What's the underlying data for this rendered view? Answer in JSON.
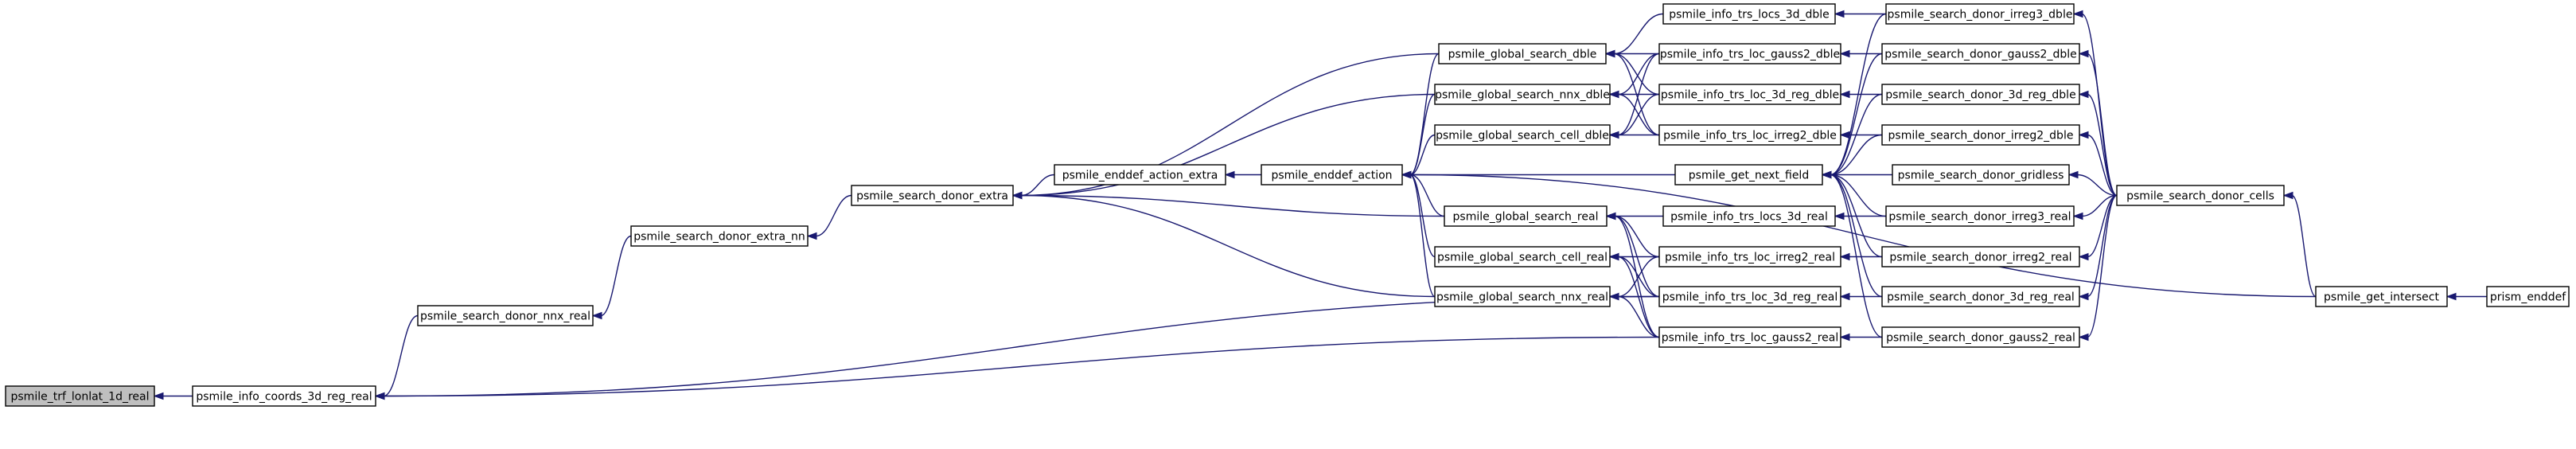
{
  "graph": {
    "edge_color": "#191970",
    "highlight_fill": "#bfbfbf",
    "nodes": [
      {
        "id": "n0",
        "label": "psmile_trf_lonlat_1d_real"
      },
      {
        "id": "n1",
        "label": "psmile_info_coords_3d_reg_real"
      },
      {
        "id": "n2",
        "label": "psmile_search_donor_nnx_real"
      },
      {
        "id": "n3",
        "label": "psmile_search_donor_extra_nn"
      },
      {
        "id": "n4",
        "label": "psmile_search_donor_extra"
      },
      {
        "id": "n5",
        "label": "psmile_enddef_action_extra"
      },
      {
        "id": "n6",
        "label": "psmile_enddef_action"
      },
      {
        "id": "n7",
        "label": "psmile_global_search_dble"
      },
      {
        "id": "n8",
        "label": "psmile_global_search_nnx_dble"
      },
      {
        "id": "n9",
        "label": "psmile_global_search_cell_dble"
      },
      {
        "id": "n10",
        "label": "psmile_global_search_real"
      },
      {
        "id": "n11",
        "label": "psmile_global_search_cell_real"
      },
      {
        "id": "n12",
        "label": "psmile_global_search_nnx_real"
      },
      {
        "id": "n13",
        "label": "psmile_info_trs_locs_3d_dble"
      },
      {
        "id": "n14",
        "label": "psmile_info_trs_loc_gauss2_dble"
      },
      {
        "id": "n15",
        "label": "psmile_info_trs_loc_3d_reg_dble"
      },
      {
        "id": "n16",
        "label": "psmile_info_trs_loc_irreg2_dble"
      },
      {
        "id": "n17",
        "label": "psmile_get_next_field"
      },
      {
        "id": "n18",
        "label": "psmile_info_trs_locs_3d_real"
      },
      {
        "id": "n19",
        "label": "psmile_info_trs_loc_irreg2_real"
      },
      {
        "id": "n20",
        "label": "psmile_info_trs_loc_3d_reg_real"
      },
      {
        "id": "n21",
        "label": "psmile_info_trs_loc_gauss2_real"
      },
      {
        "id": "n22",
        "label": "psmile_search_donor_irreg3_dble"
      },
      {
        "id": "n23",
        "label": "psmile_search_donor_gauss2_dble"
      },
      {
        "id": "n24",
        "label": "psmile_search_donor_3d_reg_dble"
      },
      {
        "id": "n25",
        "label": "psmile_search_donor_irreg2_dble"
      },
      {
        "id": "n26",
        "label": "psmile_search_donor_gridless"
      },
      {
        "id": "n27",
        "label": "psmile_search_donor_irreg3_real"
      },
      {
        "id": "n28",
        "label": "psmile_search_donor_irreg2_real"
      },
      {
        "id": "n29",
        "label": "psmile_search_donor_3d_reg_real"
      },
      {
        "id": "n30",
        "label": "psmile_search_donor_gauss2_real"
      },
      {
        "id": "n31",
        "label": "psmile_search_donor_cells"
      },
      {
        "id": "n32",
        "label": "psmile_get_intersect"
      },
      {
        "id": "n33",
        "label": "prism_enddef"
      }
    ],
    "edges": [
      [
        "n1",
        "n0"
      ],
      [
        "n2",
        "n1"
      ],
      [
        "n20",
        "n1"
      ],
      [
        "n21",
        "n1"
      ],
      [
        "n3",
        "n2"
      ],
      [
        "n4",
        "n3"
      ],
      [
        "n5",
        "n4"
      ],
      [
        "n7",
        "n4"
      ],
      [
        "n8",
        "n4"
      ],
      [
        "n10",
        "n4"
      ],
      [
        "n12",
        "n4"
      ],
      [
        "n6",
        "n5"
      ],
      [
        "n7",
        "n6"
      ],
      [
        "n8",
        "n6"
      ],
      [
        "n9",
        "n6"
      ],
      [
        "n10",
        "n6"
      ],
      [
        "n11",
        "n6"
      ],
      [
        "n12",
        "n6"
      ],
      [
        "n17",
        "n6"
      ],
      [
        "n32",
        "n6"
      ],
      [
        "n13",
        "n7"
      ],
      [
        "n14",
        "n7"
      ],
      [
        "n15",
        "n7"
      ],
      [
        "n16",
        "n7"
      ],
      [
        "n14",
        "n8"
      ],
      [
        "n15",
        "n8"
      ],
      [
        "n16",
        "n8"
      ],
      [
        "n14",
        "n9"
      ],
      [
        "n15",
        "n9"
      ],
      [
        "n16",
        "n9"
      ],
      [
        "n18",
        "n10"
      ],
      [
        "n19",
        "n10"
      ],
      [
        "n20",
        "n10"
      ],
      [
        "n21",
        "n10"
      ],
      [
        "n19",
        "n11"
      ],
      [
        "n20",
        "n11"
      ],
      [
        "n21",
        "n11"
      ],
      [
        "n19",
        "n12"
      ],
      [
        "n20",
        "n12"
      ],
      [
        "n21",
        "n12"
      ],
      [
        "n22",
        "n13"
      ],
      [
        "n23",
        "n14"
      ],
      [
        "n24",
        "n15"
      ],
      [
        "n25",
        "n16"
      ],
      [
        "n27",
        "n18"
      ],
      [
        "n28",
        "n19"
      ],
      [
        "n29",
        "n20"
      ],
      [
        "n30",
        "n21"
      ],
      [
        "n22",
        "n17"
      ],
      [
        "n23",
        "n17"
      ],
      [
        "n24",
        "n17"
      ],
      [
        "n25",
        "n17"
      ],
      [
        "n26",
        "n17"
      ],
      [
        "n27",
        "n17"
      ],
      [
        "n28",
        "n17"
      ],
      [
        "n29",
        "n17"
      ],
      [
        "n30",
        "n17"
      ],
      [
        "n31",
        "n22"
      ],
      [
        "n31",
        "n23"
      ],
      [
        "n31",
        "n24"
      ],
      [
        "n31",
        "n25"
      ],
      [
        "n31",
        "n26"
      ],
      [
        "n31",
        "n27"
      ],
      [
        "n31",
        "n28"
      ],
      [
        "n31",
        "n29"
      ],
      [
        "n31",
        "n30"
      ],
      [
        "n32",
        "n31"
      ],
      [
        "n33",
        "n32"
      ]
    ]
  }
}
